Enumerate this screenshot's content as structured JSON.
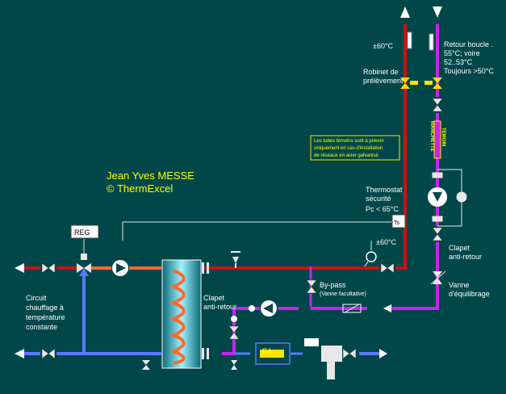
{
  "author": {
    "name": "Jean Yves MESSE",
    "copyright": "© ThermExcel"
  },
  "labels": {
    "temp_top": "±60°C",
    "retour_1": "Retour boucle .",
    "retour_2": "55°C; voire",
    "retour_3": "52..53°C",
    "retour_4": "Toujours >50°C",
    "robinet_1": "Robinet de",
    "robinet_2": "prélèvement",
    "note_1": "Les tubes témoins sont à prévoir",
    "note_2": "uniquement en cas d'installation",
    "note_3": "de réseaux en acier galvanisé",
    "manchette": "MANCHETTE",
    "temoin": "TEMOIN",
    "thermostat_1": "Thermostat",
    "thermostat_2": "sécurité",
    "thermostat_3": "Pc < 65°C",
    "ts": "Ts",
    "temp_mid": "±60°C",
    "reg": "REG",
    "clapet_right_1": "Clapet",
    "clapet_right_2": "anti-retour",
    "vanne_1": "Vanne",
    "vanne_2": "d'équilibrage",
    "bypass_1": "By-pass",
    "bypass_2": "(Vanne facultative)",
    "clapet_mid_1": "Clapet",
    "clapet_mid_2": "anti-retour",
    "circuit_1": "Circuit",
    "circuit_2": "chauffage à",
    "circuit_3": "température",
    "circuit_4": "constante",
    "ea": "EA"
  },
  "colors": {
    "background": "#00474a",
    "hot_pipe": "#d01010",
    "return_pipe": "#cc22ee",
    "cold_pipe": "#5a78ff",
    "heating_pipe": "#ff6a2a",
    "author_text": "#ffff00"
  }
}
